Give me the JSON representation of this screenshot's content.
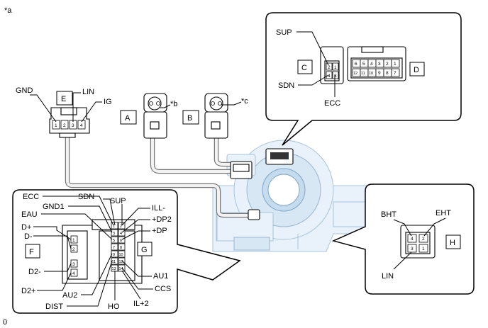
{
  "figure": {
    "corner_mark": "*a",
    "footer_mark": "0"
  },
  "note_labels": {
    "b": "*b",
    "c": "*c"
  },
  "connectors": {
    "A": "A",
    "B": "B",
    "C": "C",
    "D": "D",
    "E": "E",
    "F": "F",
    "G": "G",
    "H": "H"
  },
  "connector_E": {
    "terminals": [
      "GND",
      "LIN",
      "IG"
    ],
    "pin_numbers": [
      "1",
      "2",
      "3",
      "4"
    ]
  },
  "connector_C": {
    "terminals": [
      "SUP",
      "SDN",
      "ECC"
    ],
    "pin_numbers": [
      "2",
      "1",
      "4",
      "3"
    ]
  },
  "connector_D": {
    "pin_numbers_top": [
      "6",
      "5",
      "4",
      "3",
      "2",
      "1"
    ],
    "pin_numbers_bottom": [
      "12",
      "11",
      "10",
      "9",
      "8",
      "7"
    ]
  },
  "connector_FG": {
    "left_terminals": [
      "ECC",
      "EAU",
      "GND1",
      "D+",
      "D-",
      "D2-",
      "D2+",
      "AU2",
      "DIST"
    ],
    "top_terminals": [
      "SDN",
      "SUP"
    ],
    "right_terminals": [
      "ILL-",
      "+DP2",
      "+DP",
      "AU1",
      "CCS",
      "IL+2"
    ],
    "bottom_terminals": [
      "HO"
    ],
    "F_pins": [
      "1",
      "2",
      "3",
      "4"
    ],
    "G_pins_left": [
      "1",
      "3",
      "5",
      "7",
      "9",
      "11",
      "13"
    ],
    "G_pins_right": [
      "2",
      "4",
      "6",
      "8",
      "10",
      "12",
      "14"
    ]
  },
  "connector_H": {
    "terminals": [
      "BHT",
      "EHT",
      "LIN"
    ],
    "pin_numbers": [
      "4",
      "2",
      "3",
      "1"
    ]
  }
}
